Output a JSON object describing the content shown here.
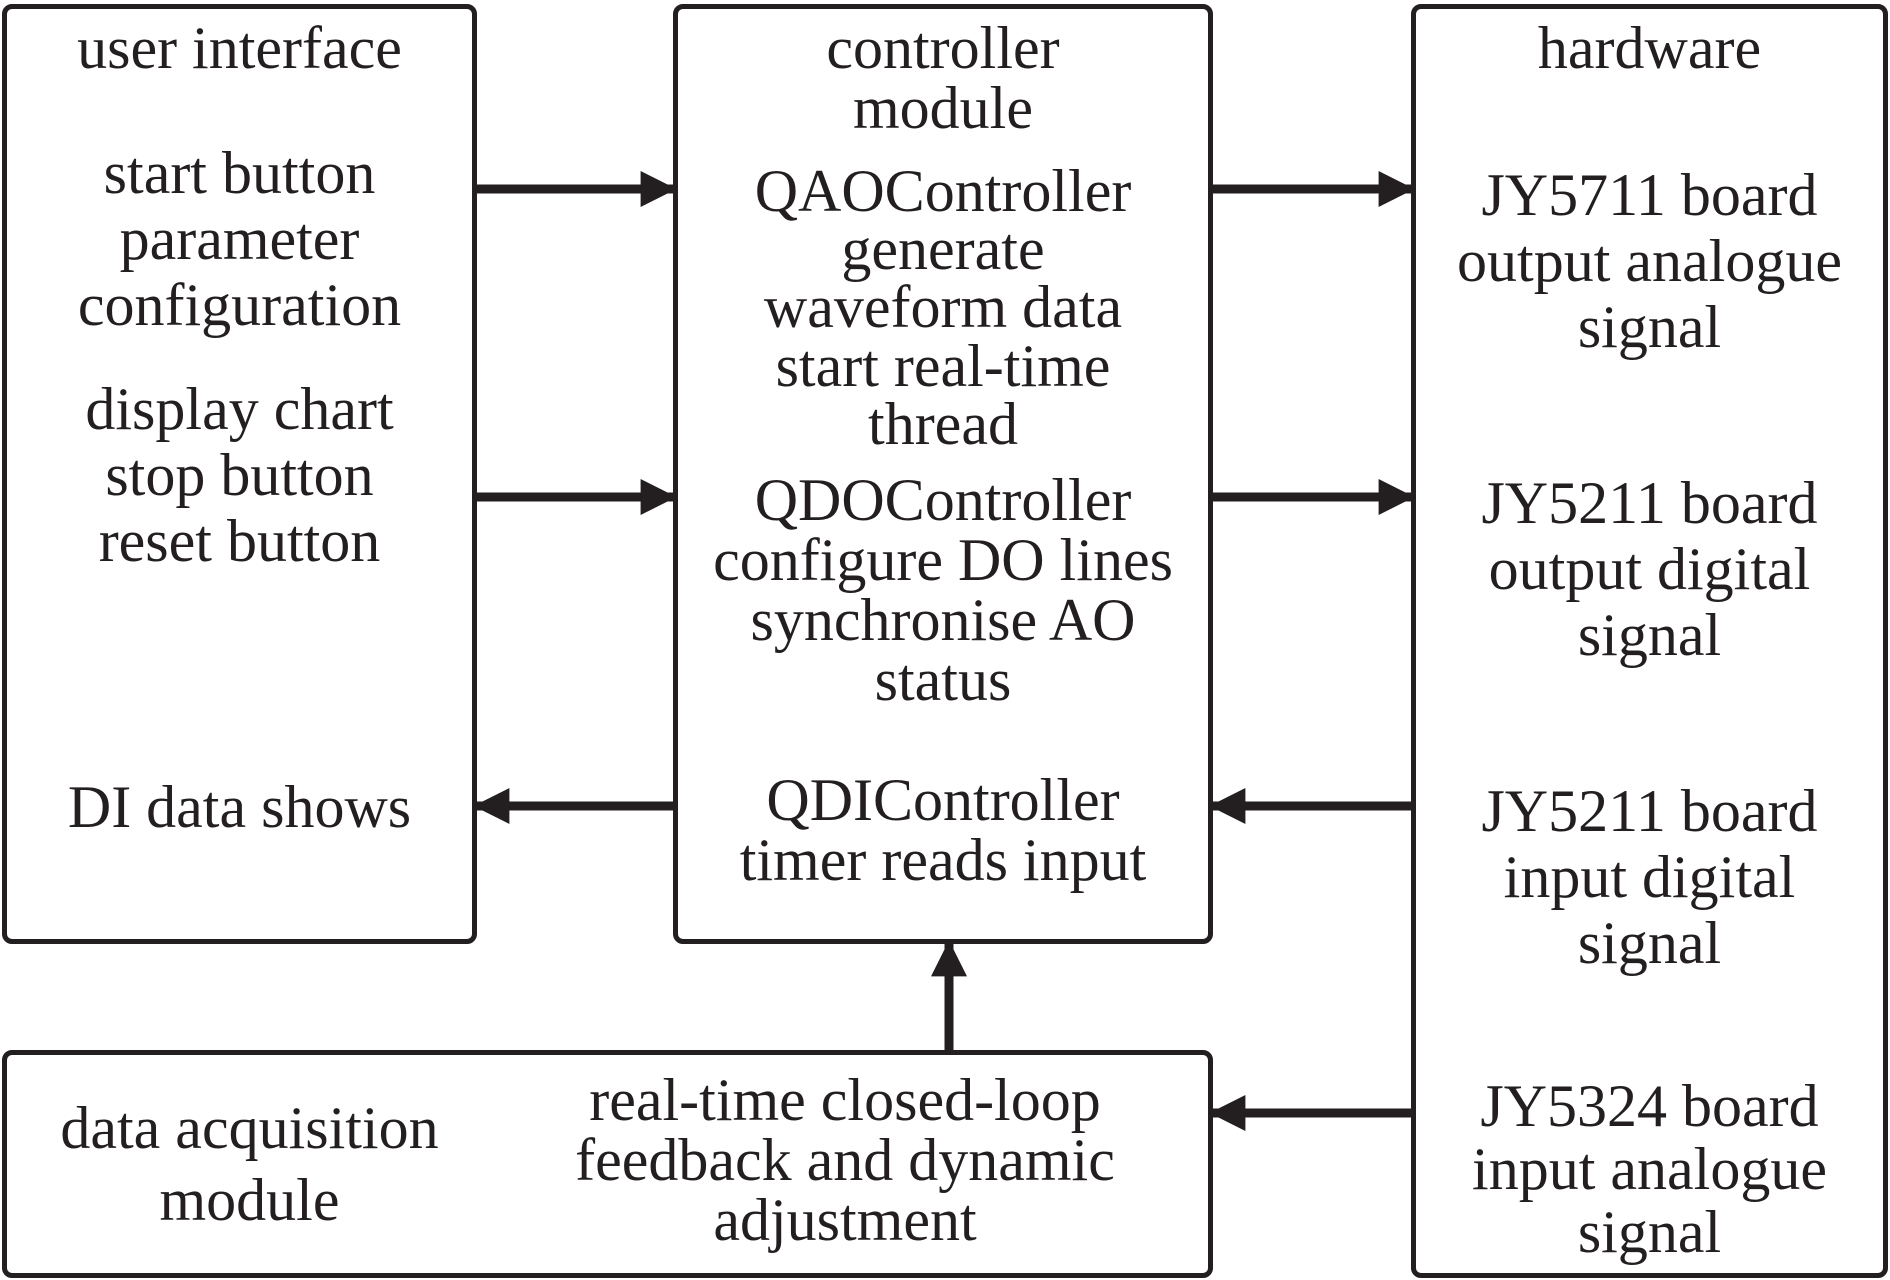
{
  "user_interface": {
    "title": "user interface",
    "items": [
      "start button",
      "parameter",
      "configuration",
      "display chart",
      "stop button",
      "reset button"
    ],
    "di_data": "DI data shows"
  },
  "controller": {
    "title": [
      "controller",
      "module"
    ],
    "qao": [
      "QAOController",
      "generate",
      "waveform data",
      "start real-time",
      "thread"
    ],
    "qdo": [
      "QDOController",
      "configure DO lines",
      "synchronise AO",
      "status"
    ],
    "qdi": [
      "QDIController",
      "timer reads input"
    ]
  },
  "hardware": {
    "title": "hardware",
    "boards": [
      [
        "JY5711 board",
        "output analogue",
        "signal"
      ],
      [
        "JY5211 board",
        "output digital",
        "signal"
      ],
      [
        "JY5211 board",
        "input digital",
        "signal"
      ],
      [
        "JY5324 board",
        "input analogue",
        "signal"
      ]
    ]
  },
  "data_acquisition": {
    "title": [
      "data acquisition",
      "module"
    ],
    "feedback": [
      "real-time closed-loop",
      "feedback and dynamic",
      "adjustment"
    ]
  }
}
